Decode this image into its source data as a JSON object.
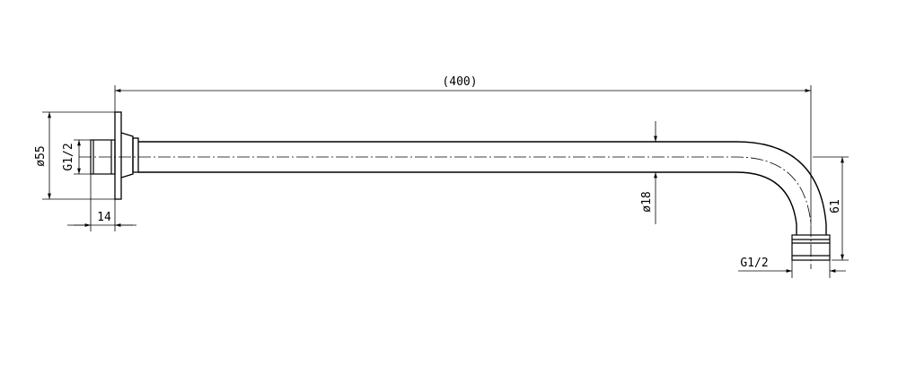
{
  "dimensions": {
    "overall_length": "(400)",
    "flange_diameter": "ø55",
    "inlet_thread": "G1/2",
    "inlet_length": "14",
    "pipe_diameter": "ø18",
    "drop_height": "61",
    "outlet_thread": "G1/2"
  },
  "colors": {
    "line": "#000000",
    "background": "#ffffff"
  }
}
